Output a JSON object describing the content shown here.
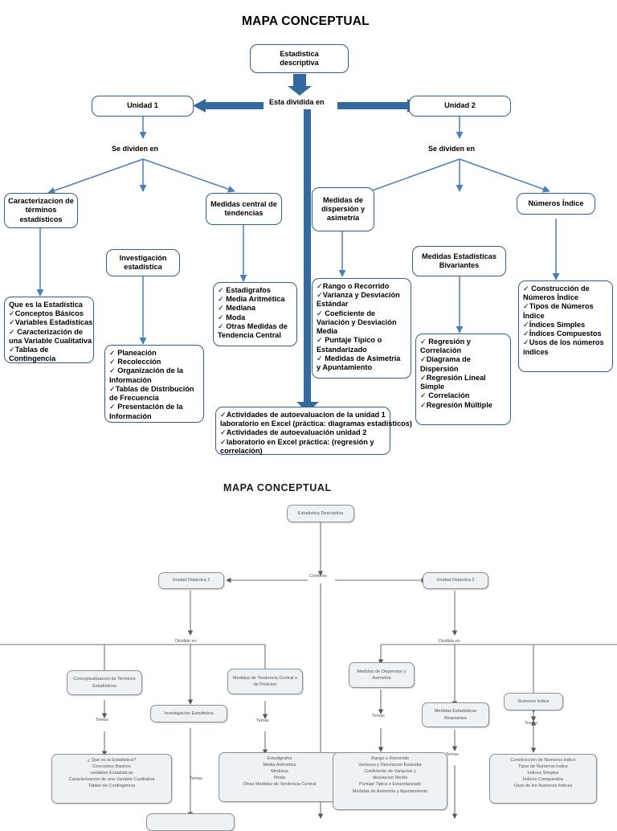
{
  "top_map": {
    "title": "MAPA CONCEPTUAL",
    "root": "Estadistica\ndescriptiva",
    "root_line1": "Estadistica",
    "root_line2": "descriptiva",
    "edge_labels": {
      "divided": "Esta dividida en",
      "split_left": "Se dividen en",
      "split_right": "Se dividen en"
    },
    "unit1": "Unidad 1",
    "unit2": "Unidad 2",
    "nodes": {
      "caracterizacion": [
        "Caracterizacion",
        "de términos",
        "estadísticos"
      ],
      "investigacion": [
        "Investigación",
        "estadística"
      ],
      "medidas_central": [
        "Medidas central",
        "de tendencias"
      ],
      "dispersion": [
        "Medidas de",
        "dispersión y",
        "asimetría"
      ],
      "bivariantes": [
        "Medidas Estadísticas",
        "Bivariantes"
      ],
      "numeros_indice": [
        "Números Índice"
      ]
    },
    "lists": {
      "caracterizacion_items": [
        "Que es la Estadística",
        "✓Conceptos Básicos",
        "✓Variables Estadísticas",
        "✓ Caracterización de",
        "una Variable Cualitativa",
        "✓Tablas de",
        "Contingencia"
      ],
      "investigacion_items": [
        "✓ Planeación",
        "✓ Recolección",
        "✓ Organización de la",
        "Información",
        "✓Tablas de Distribución",
        "de Frecuencia",
        "✓ Presentación de la",
        "Información"
      ],
      "medidas_central_items": [
        "✓ Estadigrafos",
        "✓ Media Aritmética",
        "✓  Mediana",
        "✓ Moda",
        "✓ Otras Medidas de",
        "Tendencia Central"
      ],
      "dispersion_items": [
        "✓Rango o Recorrido",
        "✓Varianza y Desviación",
        "Estándar",
        "✓ Coeficiente de",
        "Variación y Desviación",
        "Media",
        "✓ Puntaje Típico o",
        "Estandarizado",
        "✓ Medidas de Asimetría",
        "y Apuntamiento"
      ],
      "bivariantes_items": [
        "✓ Regresión y",
        "Correlación",
        "✓Diagrama de",
        "Dispersión",
        "✓Regresión Lineal",
        "Simple",
        "✓ Correlación",
        "✓Regresión Múltiple"
      ],
      "numeros_indice_items": [
        "✓ Construcción de",
        "Números Índice",
        "✓Tipos de Números",
        "Índice",
        "✓Índices Simples",
        "✓Índices Compuestos",
        "✓Usos de los números",
        "índices"
      ],
      "actividades_items": [
        "✓Actividades de autoevaluacion de la unidad 1",
        "laboratorio en Excel (práctica: diagramas estadísticos)",
        "✓Actividades de autoevaluación unidad 2",
        "✓laboratorio en Excel práctica: (regresión y",
        "correlación)"
      ]
    },
    "colors": {
      "border": "#2E5F93",
      "connector": "#34699E",
      "arrow": "#4A7EBB",
      "text": "#000000"
    }
  },
  "bottom_map": {
    "title": "MAPA CONCEPTUAL",
    "root": "Estadistica Descriptiva",
    "edge_labels": {
      "contiene": "Contiene",
      "dividido_en": "Dividido en",
      "dividida_en": "Dividida en",
      "temas": "Temas"
    },
    "unit1": "Unidad Didactica 1",
    "unit2": "Unidad Didactica 2",
    "nodes": {
      "conceptualizacion": [
        "Conceptualizacion de",
        "Terminos Estadisticos"
      ],
      "investigacion": [
        "Investigacion Estadistica"
      ],
      "medidas_tendencia": [
        "Medidas de Tendencia",
        "Central o de Posicion"
      ],
      "dispersion": [
        "Medidas de Dispersion",
        "y Asimetria"
      ],
      "bivariantes": [
        "Medidas Estadisticas",
        "Bivariantes"
      ],
      "numeros_indice": [
        "Numeros Indice"
      ]
    },
    "lists": {
      "conceptualizacion_items": [
        "¿ Que es la Estadistica?",
        "Conceptos Basicos",
        "variables Estadisticas",
        "Caracterizacion de una Variable Cualitativa",
        "Tablas de Contingencia"
      ],
      "medidas_tendencia_items": [
        "Estadigrafos",
        "Media Aritmetica",
        "Mediana",
        "Moda",
        "Otras Medidas de Tendencia Central"
      ],
      "dispersion_items": [
        "Rango o Recorrido",
        "Varianza y Desviacion Estándar",
        "Coeficiente de Variacion y",
        "desviacion Media",
        "Puntaje Tipica o Estandarizado",
        "Medidas de Asimetria y Apuntamiento"
      ],
      "numeros_indice_items": [
        "Construccion de Numeros Indice",
        "Tipos de Numeros Indice",
        "Indices Simples",
        "Indices Compuestos",
        "Usos de los Numeros Indices"
      ]
    },
    "colors": {
      "border": "#8d9196",
      "fill": "#eef2f5",
      "text": "#4d5560"
    }
  }
}
